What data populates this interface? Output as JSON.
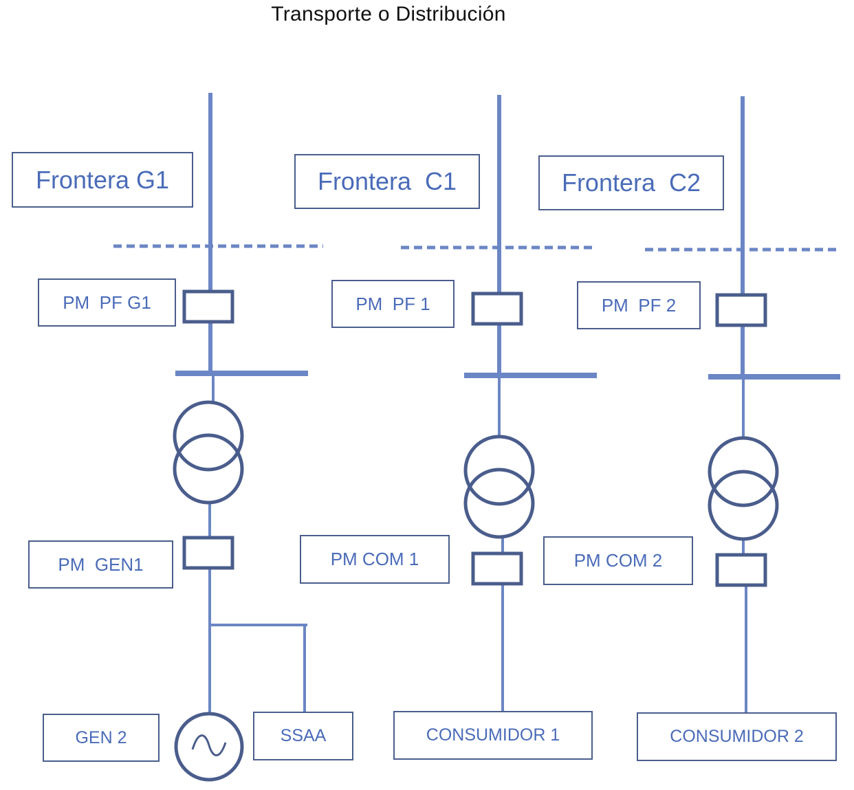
{
  "title": "Transporte o Distribución",
  "colors": {
    "line": "#6b86c4",
    "device": "#4a5d8c",
    "text": "#4a6bb8"
  },
  "labels": {
    "frontera_g1": "Frontera G1",
    "frontera_c1": "Frontera  C1",
    "frontera_c2": "Frontera  C2",
    "pm_pf_g1": "PM  PF G1",
    "pm_pf_1": "PM  PF 1",
    "pm_pf_2": "PM  PF 2",
    "pm_gen1": "PM  GEN1",
    "pm_com_1": "PM COM 1",
    "pm_com_2": "PM COM 2",
    "gen_2": "GEN 2",
    "ssaa": "SSAA",
    "consumidor_1": "CONSUMIDOR 1",
    "consumidor_2": "CONSUMIDOR 2"
  },
  "icons": [
    "transformer-icon",
    "breaker-icon",
    "generator-icon",
    "busbar"
  ]
}
